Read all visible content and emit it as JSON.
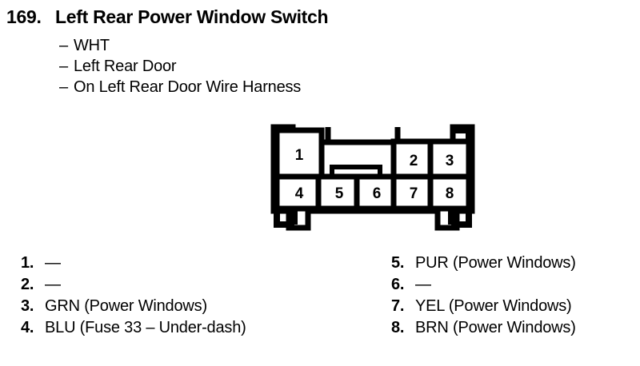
{
  "header": {
    "entry_number": "169.",
    "title": "Left Rear Power Window Switch",
    "subtitles": [
      {
        "dash": "–",
        "text": "WHT"
      },
      {
        "dash": "–",
        "text": "Left Rear Door"
      },
      {
        "dash": "–",
        "text": "On Left Rear Door Wire Harness"
      }
    ]
  },
  "connector": {
    "top_row": [
      {
        "pin": "1"
      },
      {
        "pin": "2"
      },
      {
        "pin": "3"
      }
    ],
    "bottom_row": [
      {
        "pin": "4"
      },
      {
        "pin": "5"
      },
      {
        "pin": "6"
      },
      {
        "pin": "7"
      },
      {
        "pin": "8"
      }
    ],
    "stroke_color": "#000000",
    "fill_color": "#ffffff"
  },
  "legend": {
    "left": [
      {
        "index": "1.",
        "value": "—"
      },
      {
        "index": "2.",
        "value": "—"
      },
      {
        "index": "3.",
        "value": "GRN (Power Windows)"
      },
      {
        "index": "4.",
        "value": "BLU (Fuse 33 – Under-dash)"
      }
    ],
    "right": [
      {
        "index": "5.",
        "value": "PUR (Power Windows)"
      },
      {
        "index": "6.",
        "value": "—"
      },
      {
        "index": "7.",
        "value": "YEL (Power Windows)"
      },
      {
        "index": "8.",
        "value": "BRN (Power Windows)"
      }
    ]
  }
}
